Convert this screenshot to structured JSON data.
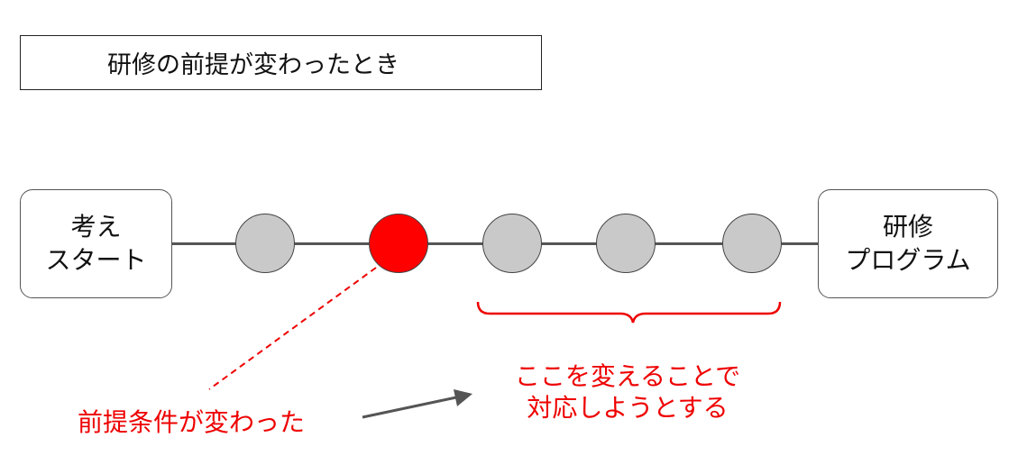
{
  "title": "研修の前提が変わったとき",
  "start_box": {
    "line1": "考え",
    "line2": "スタート"
  },
  "end_box": {
    "line1": "研修",
    "line2": "プログラム"
  },
  "steps": [
    {
      "state": "normal"
    },
    {
      "state": "changed"
    },
    {
      "state": "normal"
    },
    {
      "state": "normal"
    },
    {
      "state": "normal"
    }
  ],
  "annotation_changed": "前提条件が変わった",
  "annotation_response": {
    "line1": "ここを変えることで",
    "line2": "対応しようとする"
  },
  "colors": {
    "step_normal": "#c9c9c9",
    "step_changed": "#ff0000",
    "annotation": "#ee0000",
    "connector": "#555555"
  }
}
